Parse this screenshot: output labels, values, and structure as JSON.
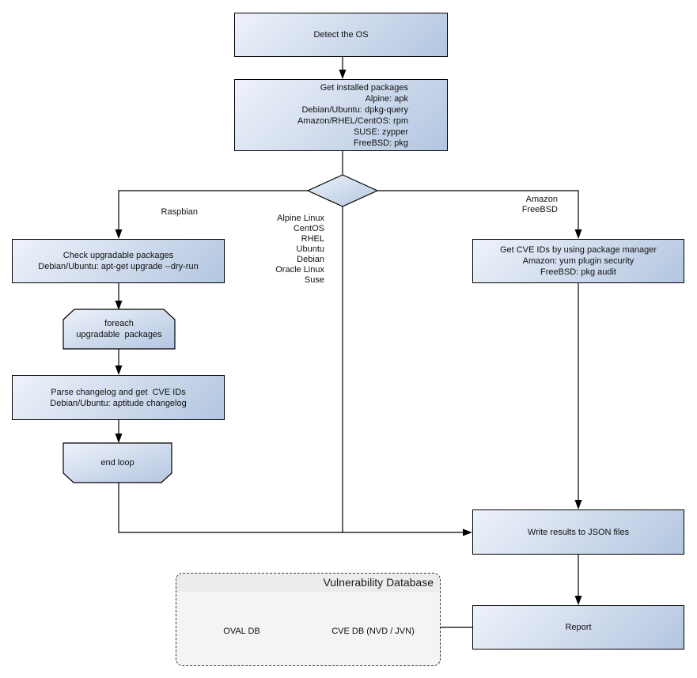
{
  "colors": {
    "node_fill_start": "#eef2fb",
    "node_fill_end": "#b3c6e0",
    "node_border": "#000000",
    "group_fill": "#f4f4f4",
    "group_titlebar": "#ececec",
    "group_border": "#3a3a3a",
    "canvas_bg": "#ffffff"
  },
  "nodes": {
    "detect_os": {
      "label": "Detect the OS"
    },
    "get_installed_packages": {
      "label": "Get installed packages\nAlpine: apk\nDebian/Ubuntu: dpkg-query\nAmazon/RHEL/CentOS: rpm\nSUSE: zypper\nFreeBSD: pkg"
    },
    "check_upgradable": {
      "label": "Check upgradable packages\nDebian/Ubuntu: apt-get upgrade --dry-run"
    },
    "foreach_loop": {
      "label": "foreach\nupgradable  packages"
    },
    "parse_changelog": {
      "label": "Parse changelog and get  CVE IDs\nDebian/Ubuntu: aptitude changelog"
    },
    "end_loop": {
      "label": "end loop"
    },
    "get_cve_ids": {
      "label": "Get CVE IDs by using package manager\nAmazon: yum plugin security\nFreeBSD: pkg audit"
    },
    "write_results": {
      "label": "Write results to JSON files"
    },
    "report": {
      "label": "Report"
    }
  },
  "edge_labels": {
    "raspbian": "Raspbian",
    "os_list": "Alpine Linux\nCentOS\nRHEL\nUbuntu\nDebian\nOracle Linux\nSuse",
    "amazon_freebsd": "Amazon\nFreeBSD"
  },
  "vulnerability_database": {
    "title": "Vulnerability Database",
    "oval_db": "OVAL DB",
    "cve_db": "CVE DB (NVD / JVN)"
  }
}
